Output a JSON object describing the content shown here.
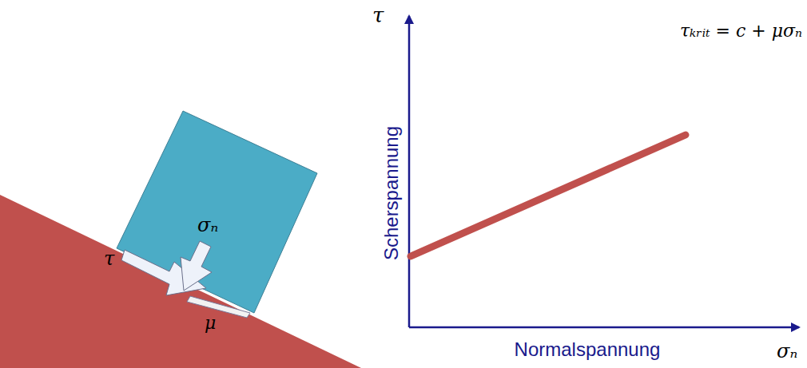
{
  "diagram": {
    "labels": [
      "τ",
      "σₙ",
      "μ",
      "τ",
      "Scherspannung",
      "τₖᵣᵢₜ = c + μσₙ",
      "Normalspannung",
      "σₙ"
    ]
  }
}
